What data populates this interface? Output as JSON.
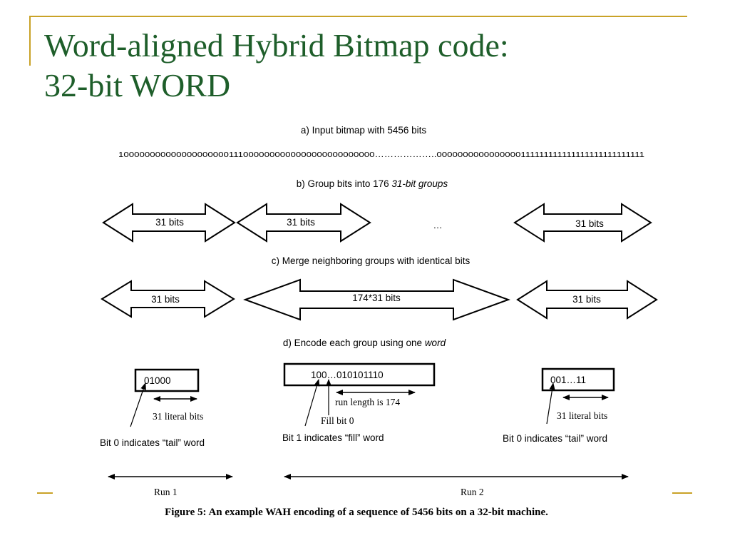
{
  "slide": {
    "title_line1": "Word-aligned Hybrid Bitmap code:",
    "title_line2": "32-bit WORD",
    "accent_color": "#c9a227",
    "title_color": "#1e5e2a"
  },
  "figure": {
    "step_a": {
      "label": "a) Input bitmap with 5456 bits",
      "bits": "1000000000000000000001110000000000000000000000000………………..0000000000000000111111111111111111111111111"
    },
    "step_b": {
      "label_prefix": "b) Group bits into 176 ",
      "label_italic": "31-bit groups",
      "arrow_labels": [
        "31 bits",
        "31 bits",
        "31 bits"
      ],
      "ellipsis": "…"
    },
    "step_c": {
      "label": "c) Merge neighboring groups with identical bits",
      "arrow_labels": [
        "31 bits",
        "174*31 bits",
        "31 bits"
      ]
    },
    "step_d": {
      "label_prefix": "d) Encode each group using one ",
      "label_italic": "word",
      "words": [
        {
          "code": "01000",
          "literal_note": "31 literal bits",
          "indicator": "Bit 0 indicates “tail” word"
        },
        {
          "code": "100…010101110",
          "run_length_note": "run length is 174",
          "fill_bit_note": "Fill bit 0",
          "indicator": "Bit 1 indicates “fill” word"
        },
        {
          "code": "001…11",
          "literal_note": "31 literal bits",
          "indicator": "Bit 0 indicates “tail” word"
        }
      ]
    },
    "runs": [
      "Run 1",
      "Run 2"
    ],
    "caption": "Figure 5: An example WAH encoding of a sequence of 5456 bits on a 32-bit machine."
  }
}
